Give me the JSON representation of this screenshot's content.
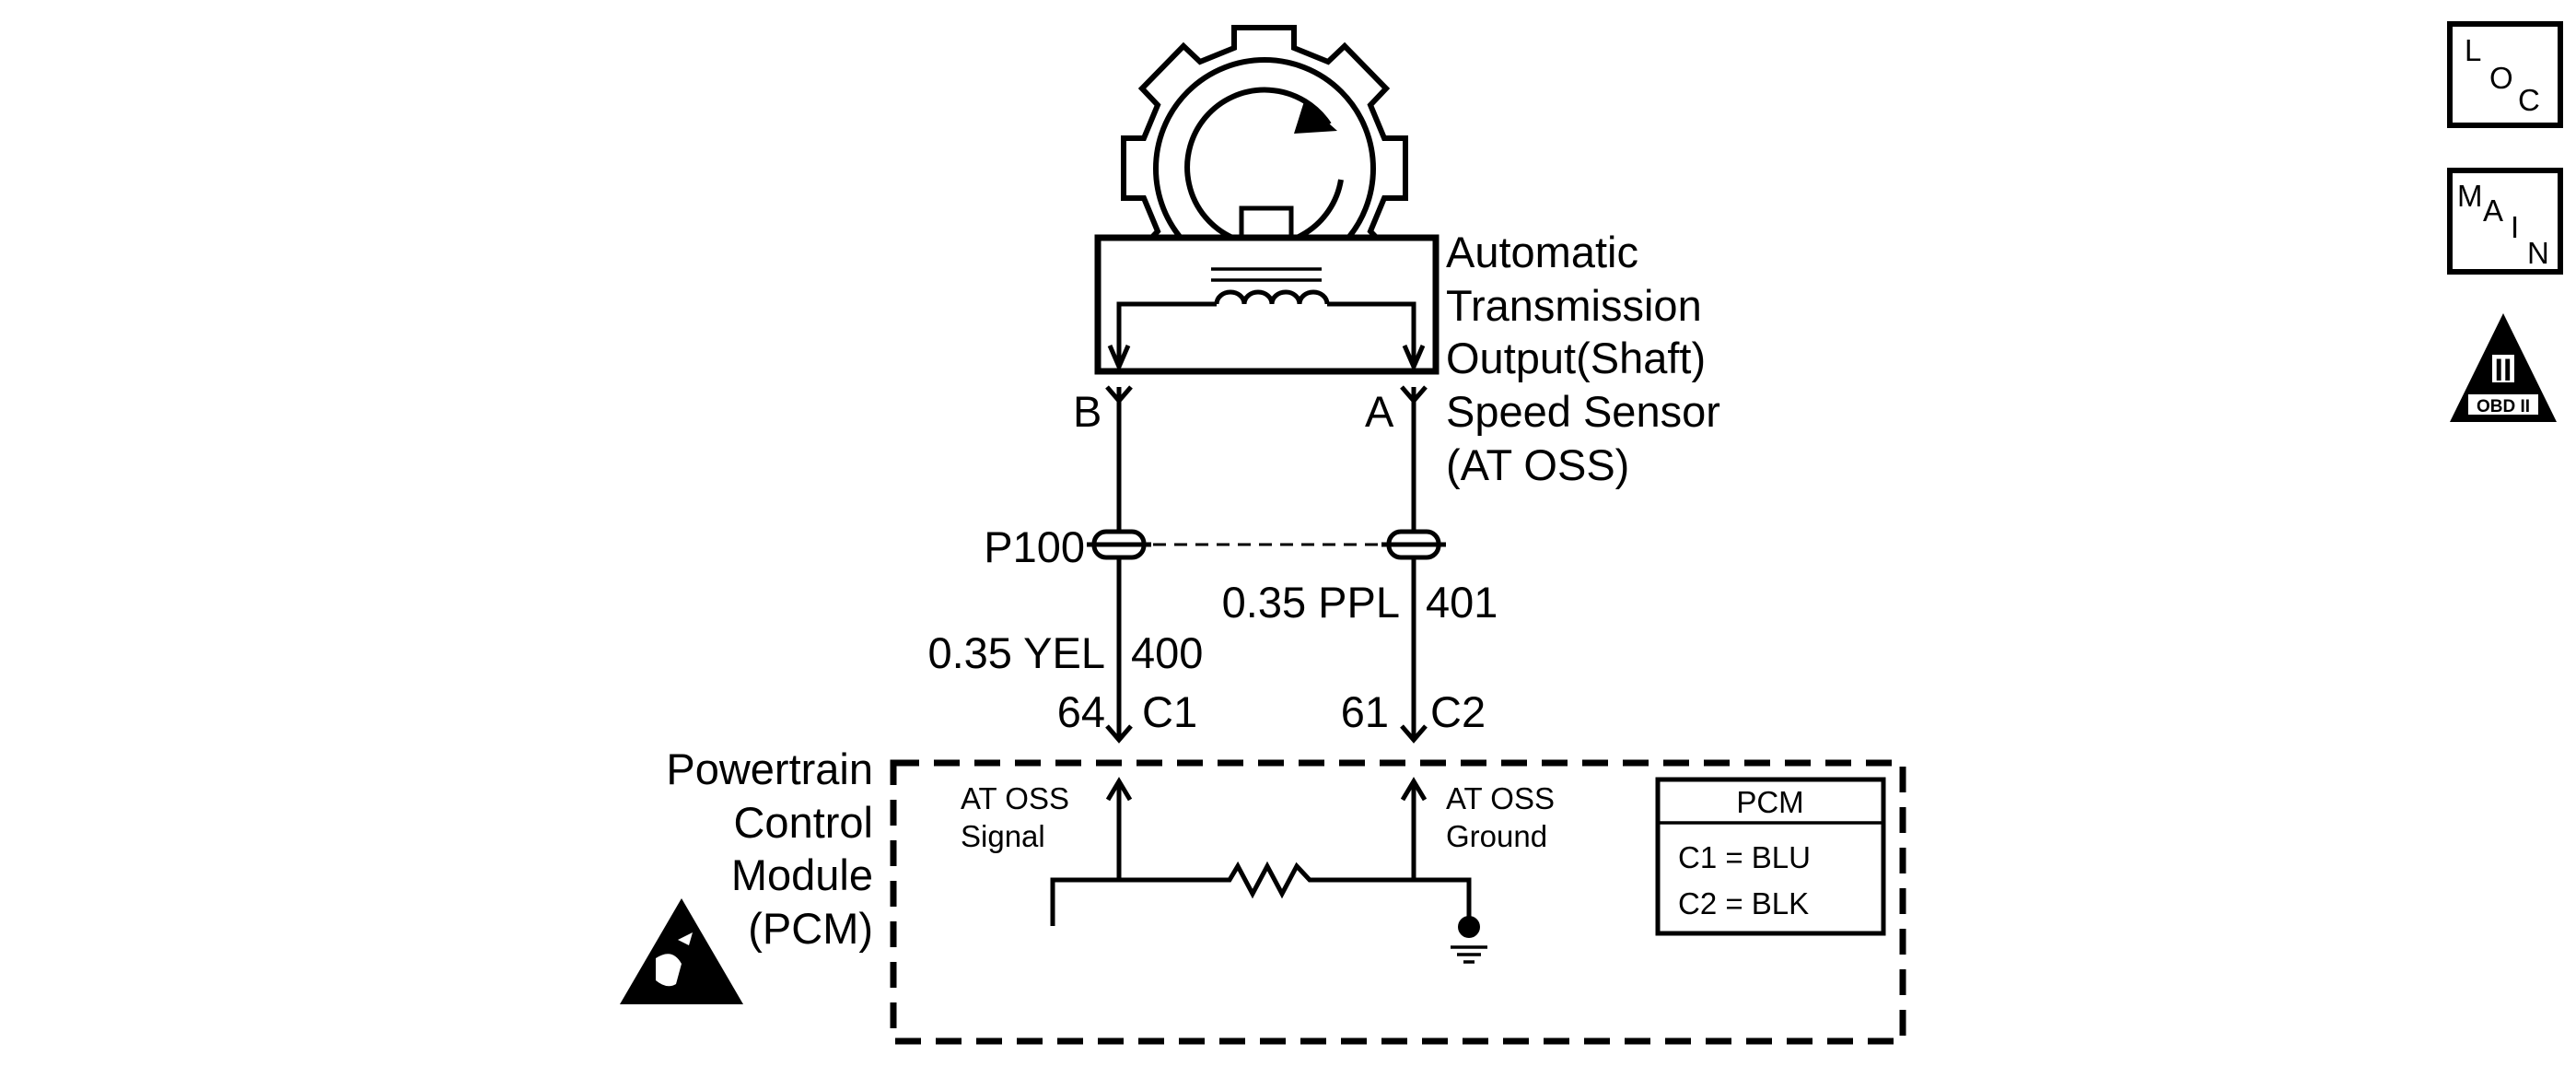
{
  "sensor": {
    "name_lines": [
      "Automatic",
      "Transmission",
      "Output(Shaft)",
      "Speed Sensor",
      "(AT OSS)"
    ],
    "pin_b": "B",
    "pin_a": "A"
  },
  "connector": {
    "label": "P100"
  },
  "wires": [
    {
      "gauge_color": "0.35 YEL",
      "circuit": "400",
      "pcm_pin": "64",
      "pcm_connector": "C1"
    },
    {
      "gauge_color": "0.35 PPL",
      "circuit": "401",
      "pcm_pin": "61",
      "pcm_connector": "C2"
    }
  ],
  "pcm": {
    "name_lines": [
      "Powertrain",
      "Control",
      "Module",
      "(PCM)"
    ],
    "signal_label": [
      "AT OSS",
      "Signal"
    ],
    "ground_label": [
      "AT OSS",
      "Ground"
    ],
    "table": {
      "title": "PCM",
      "rows": [
        "C1 = BLU",
        "C2 = BLK"
      ]
    }
  },
  "side_icons": {
    "loc": [
      "L",
      "O",
      "C"
    ],
    "main": [
      "M",
      "A",
      "I",
      "N"
    ],
    "obd": {
      "numeral": "II",
      "caption": "OBD II"
    }
  }
}
